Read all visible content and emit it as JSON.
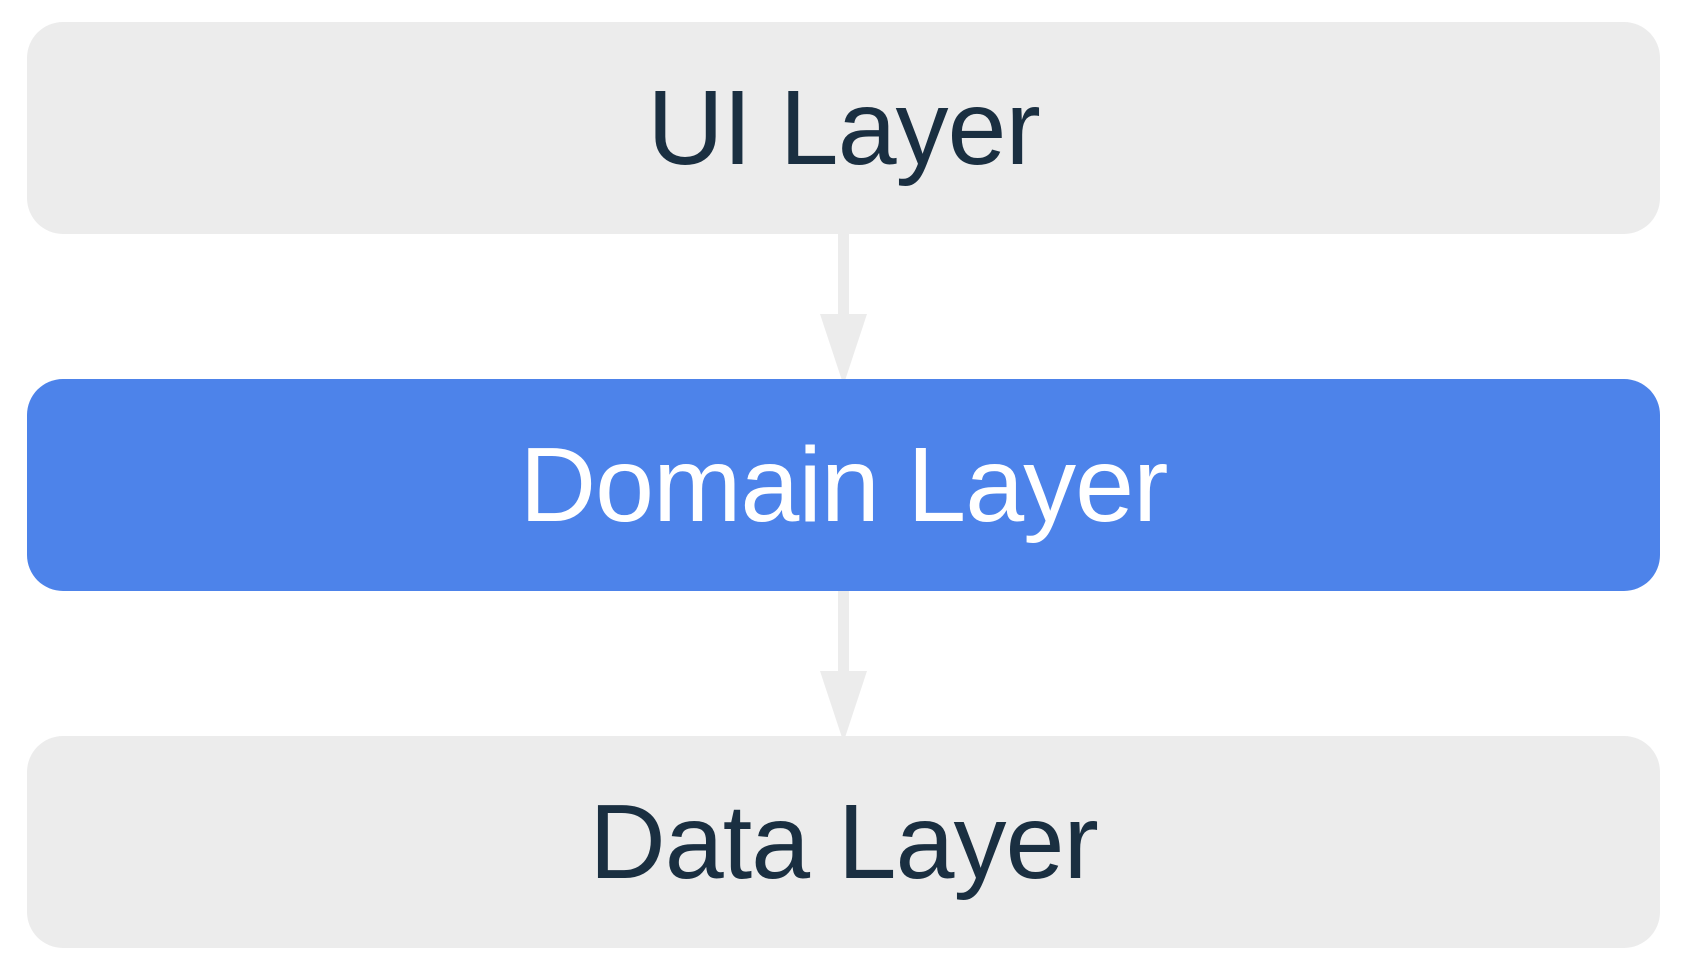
{
  "diagram": {
    "layers": [
      {
        "id": "ui",
        "label": "UI Layer",
        "variant": "muted"
      },
      {
        "id": "domain",
        "label": "Domain Layer",
        "variant": "accent"
      },
      {
        "id": "data",
        "label": "Data Layer",
        "variant": "muted"
      }
    ],
    "arrows": [
      {
        "from": "ui",
        "to": "domain",
        "direction": "down"
      },
      {
        "from": "domain",
        "to": "data",
        "direction": "down"
      }
    ],
    "colors": {
      "background": "#ffffff",
      "layer_muted_bg": "#ececec",
      "layer_muted_text": "#1a2f41",
      "layer_accent_bg": "#4d83ea",
      "layer_accent_text": "#ffffff",
      "arrow": "#ececec"
    }
  }
}
